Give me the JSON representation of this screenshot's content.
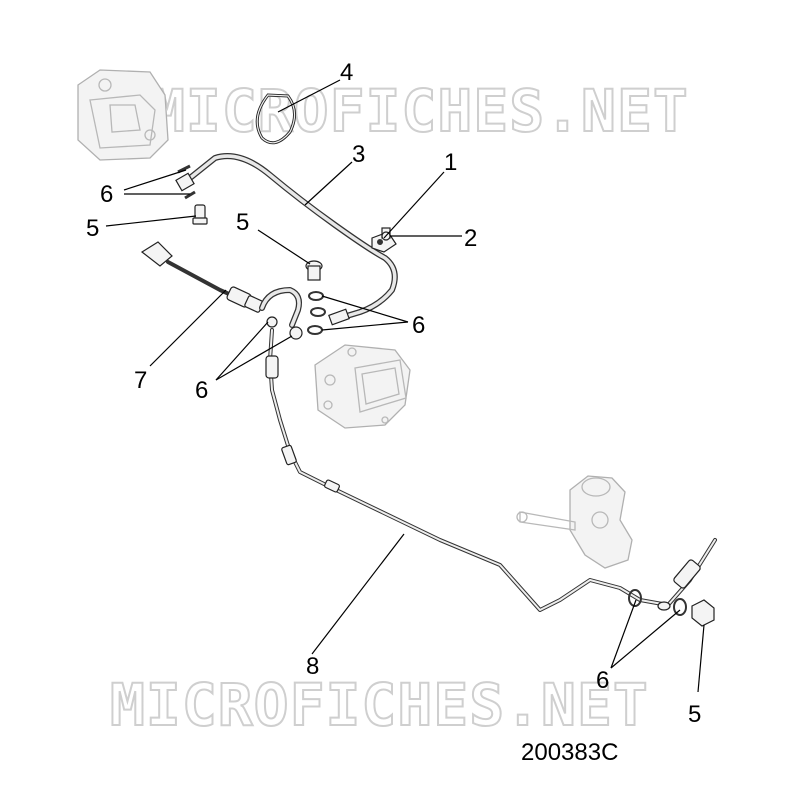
{
  "watermark": {
    "text": "MICROFICHES.NET"
  },
  "drawing_code": "200383C",
  "callouts": [
    {
      "id": "callout-4a",
      "text": "4"
    },
    {
      "id": "callout-3",
      "text": "3"
    },
    {
      "id": "callout-1",
      "text": "1"
    },
    {
      "id": "callout-6a",
      "text": "6"
    },
    {
      "id": "callout-5a",
      "text": "5"
    },
    {
      "id": "callout-5b",
      "text": "5"
    },
    {
      "id": "callout-2",
      "text": "2"
    },
    {
      "id": "callout-6b",
      "text": "6"
    },
    {
      "id": "callout-7",
      "text": "7"
    },
    {
      "id": "callout-6c",
      "text": "6"
    },
    {
      "id": "callout-8",
      "text": "8"
    },
    {
      "id": "callout-6d",
      "text": "6"
    },
    {
      "id": "callout-5c",
      "text": "5"
    }
  ]
}
